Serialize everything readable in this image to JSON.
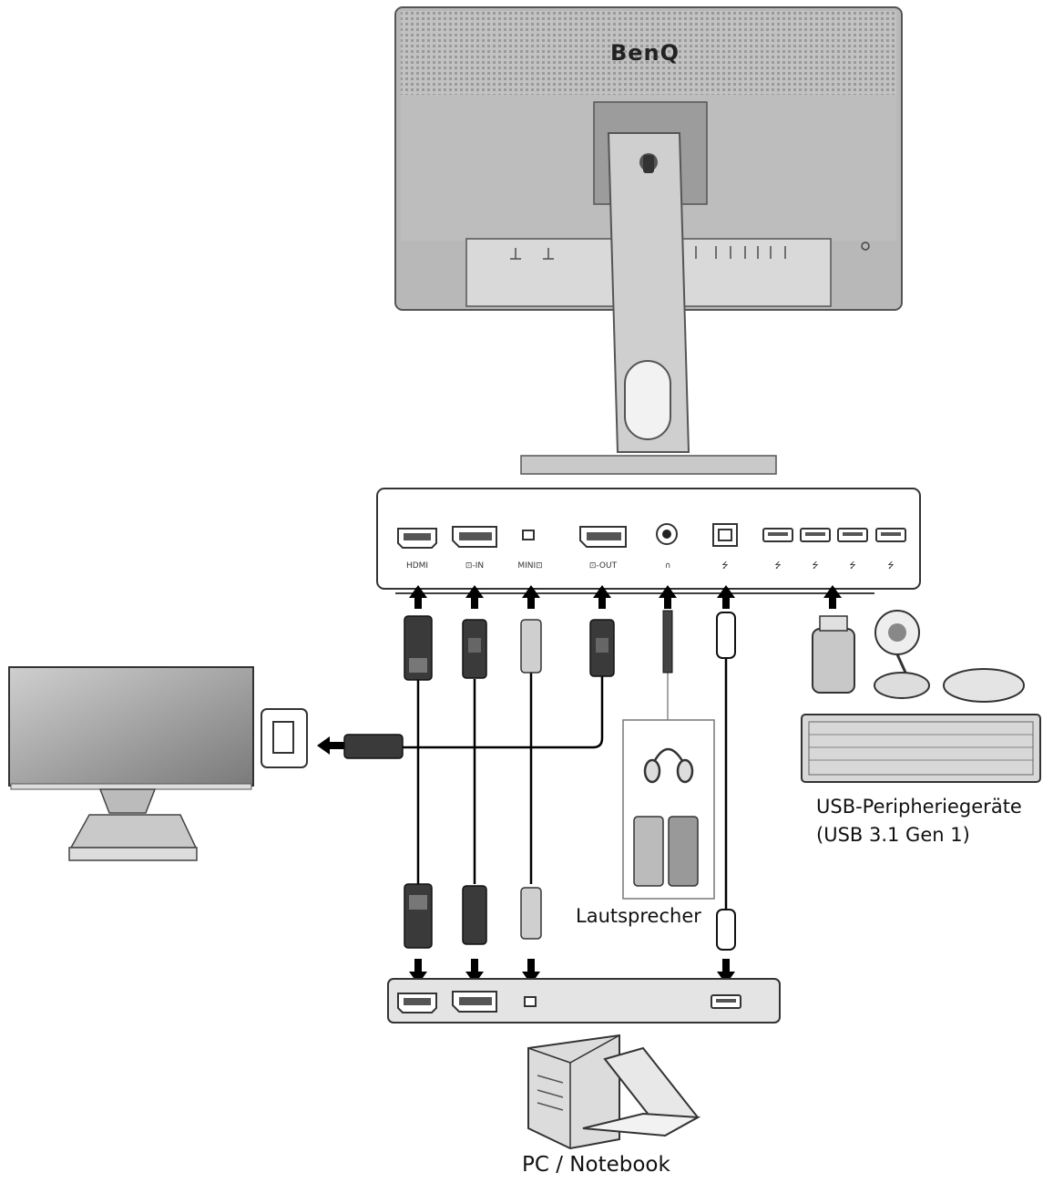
{
  "brand": "BenQ",
  "ports": [
    {
      "key": "hdmi",
      "label": "HDMI"
    },
    {
      "key": "dp_in",
      "label": "⊡-IN"
    },
    {
      "key": "mini_dp",
      "label": "MINI⊡"
    },
    {
      "key": "dp_out",
      "label": "⊡-OUT"
    },
    {
      "key": "headphone",
      "label": "∩"
    },
    {
      "key": "usb_up",
      "label": "⭍"
    },
    {
      "key": "usb1",
      "label": "⭍"
    },
    {
      "key": "usb2",
      "label": "⭍"
    },
    {
      "key": "usb3",
      "label": "⭍"
    },
    {
      "key": "usb4",
      "label": "⭍"
    }
  ],
  "labels": {
    "usb_peripherals_line1": "USB-Peripheriegeräte",
    "usb_peripherals_line2": "(USB 3.1 Gen 1)",
    "speakers": "Lautsprecher",
    "pc": "PC / Notebook"
  },
  "colors": {
    "monitor_back": "#b9b9b9",
    "stand": "#c8c8c8",
    "cable_dark": "#3a3a3a",
    "cable_light": "#cfcfcf"
  }
}
